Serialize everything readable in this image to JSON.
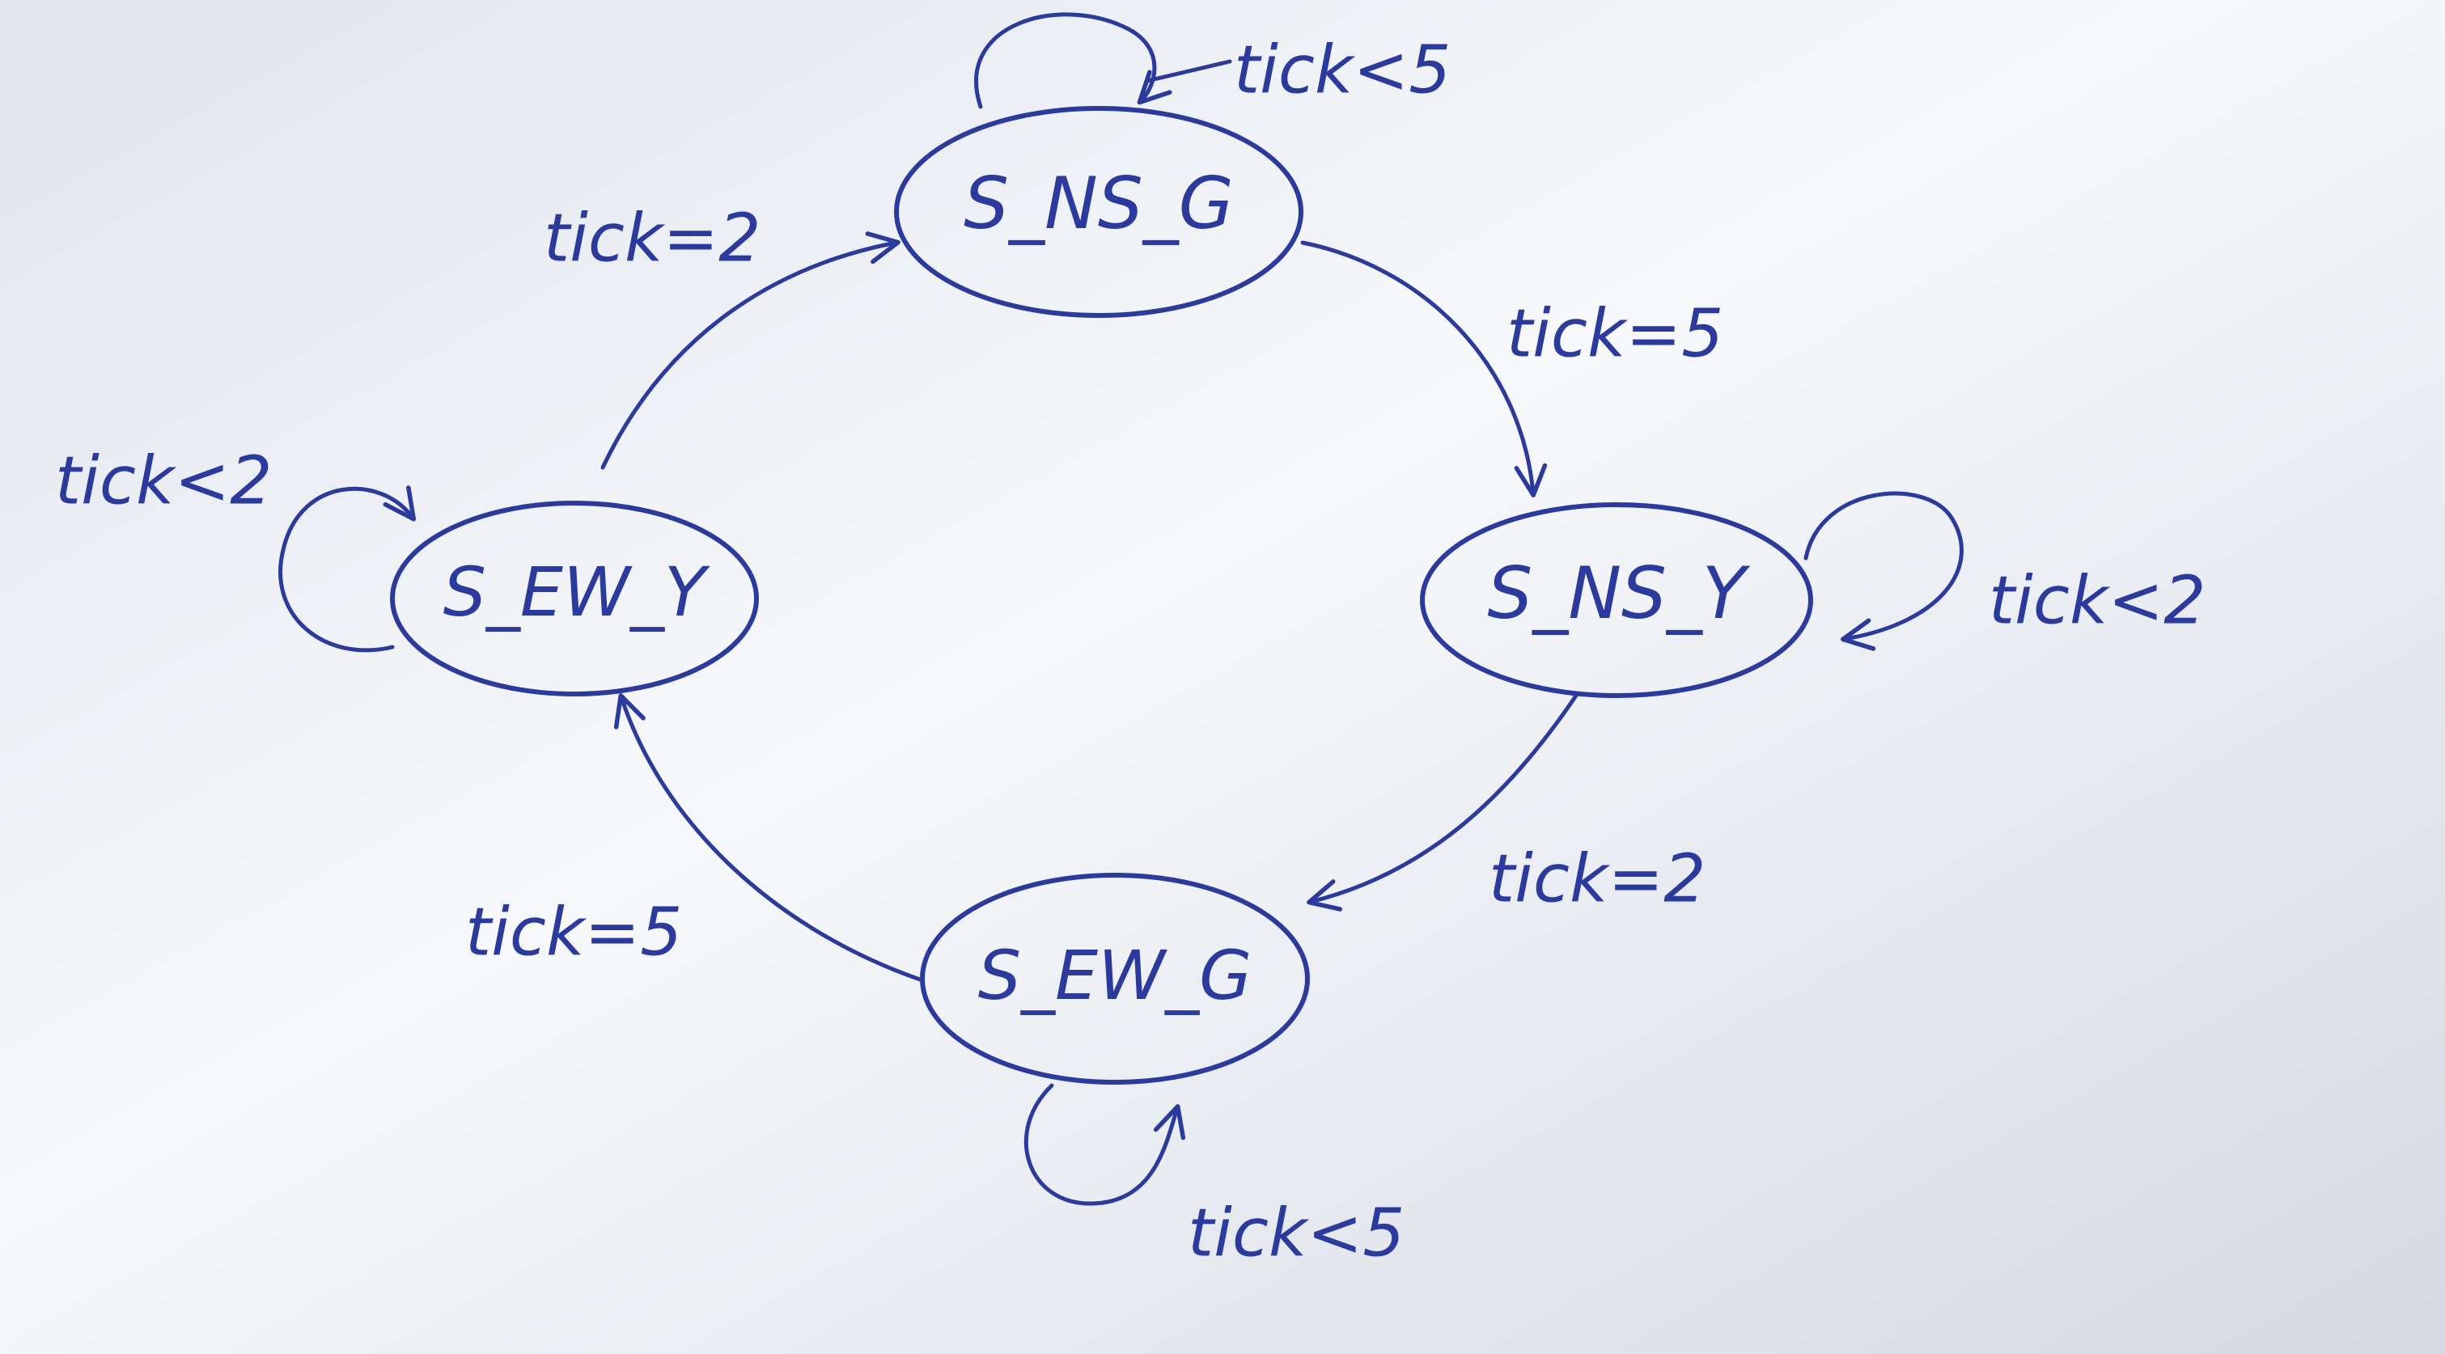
{
  "colors": {
    "ink": "#2b3a9e",
    "paper_light": "#f7f8fa",
    "paper_shadow": "#cfd6de"
  },
  "states": {
    "ns_g": {
      "label": "S_NS_G"
    },
    "ns_y": {
      "label": "S_NS_Y"
    },
    "ew_g": {
      "label": "S_EW_G"
    },
    "ew_y": {
      "label": "S_EW_Y"
    }
  },
  "transitions": {
    "ns_g_self": {
      "from": "S_NS_G",
      "to": "S_NS_G",
      "label": "tick<5"
    },
    "ns_g_to_ns_y": {
      "from": "S_NS_G",
      "to": "S_NS_Y",
      "label": "tick=5"
    },
    "ns_y_self": {
      "from": "S_NS_Y",
      "to": "S_NS_Y",
      "label": "tick<2"
    },
    "ns_y_to_ew_g": {
      "from": "S_NS_Y",
      "to": "S_EW_G",
      "label": "tick=2"
    },
    "ew_g_self": {
      "from": "S_EW_G",
      "to": "S_EW_G",
      "label": "tick<5"
    },
    "ew_g_to_ew_y": {
      "from": "S_EW_G",
      "to": "S_EW_Y",
      "label": "tick=5"
    },
    "ew_y_self": {
      "from": "S_EW_Y",
      "to": "S_EW_Y",
      "label": "tick<2"
    },
    "ew_y_to_ns_g": {
      "from": "S_EW_Y",
      "to": "S_NS_G",
      "label": "tick=2"
    }
  }
}
